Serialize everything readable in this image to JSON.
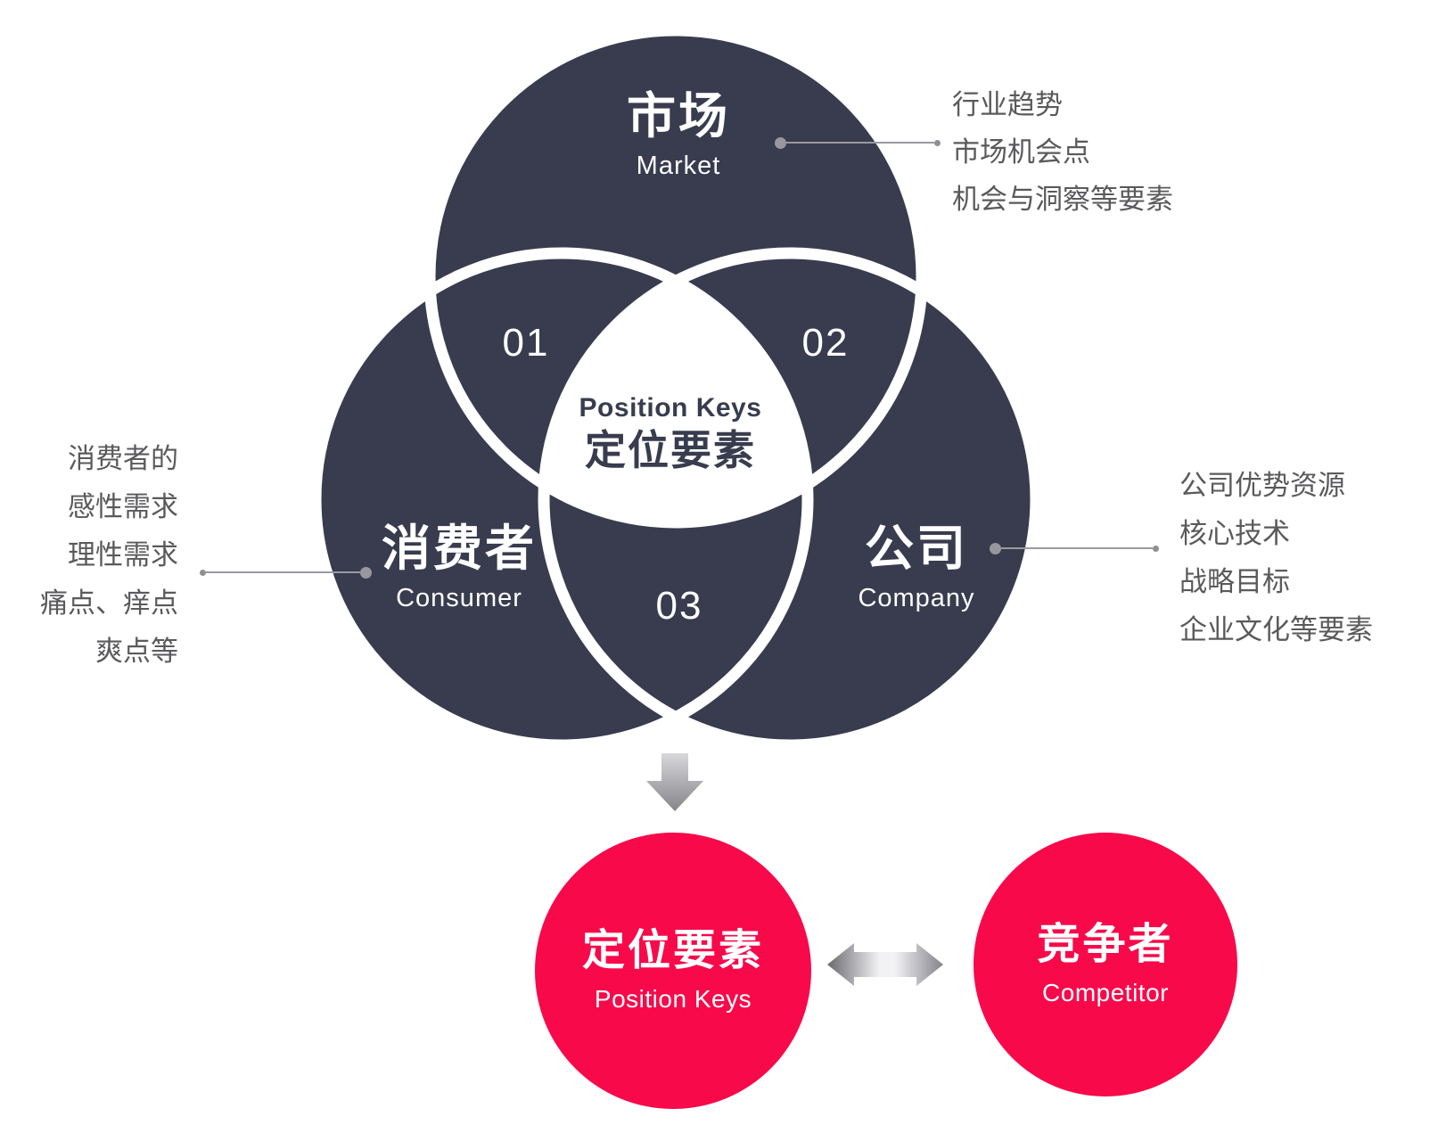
{
  "colors": {
    "dark_navy": "#383C4E",
    "red": "#F8094A",
    "white": "#FFFFFF",
    "annotation_text": "#5A5A5C",
    "leader_line": "#9A9AA0"
  },
  "venn": {
    "market": {
      "zh": "市场",
      "en": "Market"
    },
    "consumer": {
      "zh": "消费者",
      "en": "Consumer"
    },
    "company": {
      "zh": "公司",
      "en": "Company"
    },
    "center": {
      "en": "Position Keys",
      "zh": "定位要素"
    },
    "badges": [
      "01",
      "02",
      "03"
    ]
  },
  "annotations": {
    "market": [
      "行业趋势",
      "市场机会点",
      "机会与洞察等要素"
    ],
    "consumer": [
      "消费者的",
      "感性需求",
      "理性需求",
      "痛点、痒点",
      "爽点等"
    ],
    "company": [
      "公司优势资源",
      "核心技术",
      "战略目标",
      "企业文化等要素"
    ]
  },
  "bottom": {
    "position_keys": {
      "zh": "定位要素",
      "en": "Position Keys"
    },
    "competitor": {
      "zh": "竞争者",
      "en": "Competitor"
    }
  }
}
